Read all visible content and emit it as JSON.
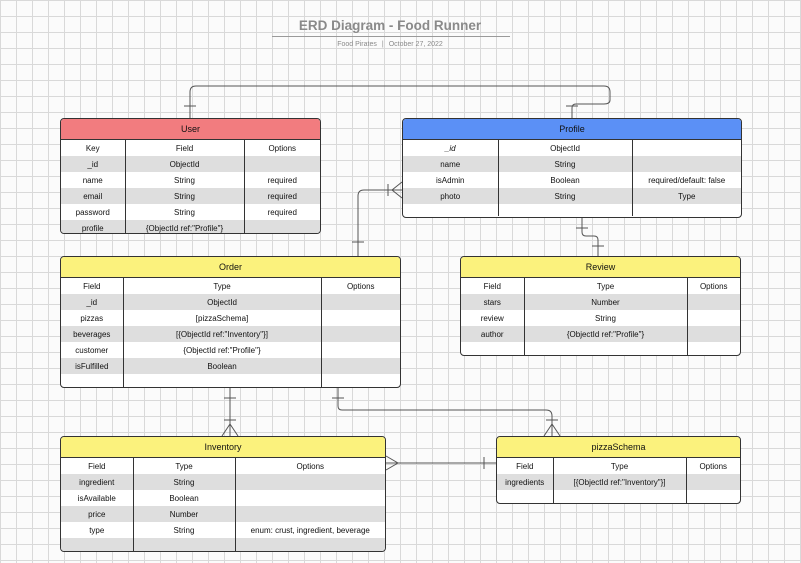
{
  "diagram": {
    "title": "ERD Diagram - Food Runner",
    "author": "Food Pirates",
    "date": "October 27, 2022"
  },
  "colors": {
    "user_header": "#f27c7f",
    "profile_header": "#5b90f6",
    "schema_header": "#fbf27d",
    "line": "#555555"
  },
  "entities": {
    "user": {
      "name": "User",
      "columns": [
        "Key",
        "Field",
        "Options"
      ],
      "rows": [
        [
          "_id",
          "ObjectId",
          ""
        ],
        [
          "name",
          "String",
          "required"
        ],
        [
          "email",
          "String",
          "required"
        ],
        [
          "password",
          "String",
          "required"
        ],
        [
          "profile",
          "{ObjectId ref:\"Profile\"}",
          ""
        ]
      ]
    },
    "profile": {
      "name": "Profile",
      "rows": [
        [
          "_id",
          "ObjectId",
          ""
        ],
        [
          "name",
          "String",
          ""
        ],
        [
          "isAdmin",
          "Boolean",
          "required/default: false"
        ],
        [
          "photo",
          "String",
          "Type"
        ]
      ]
    },
    "order": {
      "name": "Order",
      "columns": [
        "Field",
        "Type",
        "Options"
      ],
      "rows": [
        [
          "_id",
          "ObjectId",
          ""
        ],
        [
          "pizzas",
          "[pizzaSchema]",
          ""
        ],
        [
          "beverages",
          "[{ObjectId ref:\"Inventory\"}]",
          ""
        ],
        [
          "customer",
          "{ObjectId ref:\"Profile\"}",
          ""
        ],
        [
          "isFulfilled",
          "Boolean",
          ""
        ],
        [
          "",
          "",
          ""
        ]
      ]
    },
    "review": {
      "name": "Review",
      "columns": [
        "Field",
        "Type",
        "Options"
      ],
      "rows": [
        [
          "stars",
          "Number",
          ""
        ],
        [
          "review",
          "String",
          ""
        ],
        [
          "author",
          "{ObjectId ref:\"Profile\"}",
          ""
        ],
        [
          "",
          "",
          ""
        ]
      ]
    },
    "inventory": {
      "name": "Inventory",
      "columns": [
        "Field",
        "Type",
        "Options"
      ],
      "rows": [
        [
          "ingredient",
          "String",
          ""
        ],
        [
          "isAvailable",
          "Boolean",
          ""
        ],
        [
          "price",
          "Number",
          ""
        ],
        [
          "type",
          "String",
          "enum: crust, ingredient, beverage"
        ],
        [
          "",
          "",
          ""
        ]
      ]
    },
    "pizzaschema": {
      "name": "pizzaSchema",
      "columns": [
        "Field",
        "Type",
        "Options"
      ],
      "rows": [
        [
          "ingredients",
          "[{ObjectId ref:\"Inventory\"}]",
          ""
        ],
        [
          "",
          "",
          ""
        ]
      ]
    }
  }
}
